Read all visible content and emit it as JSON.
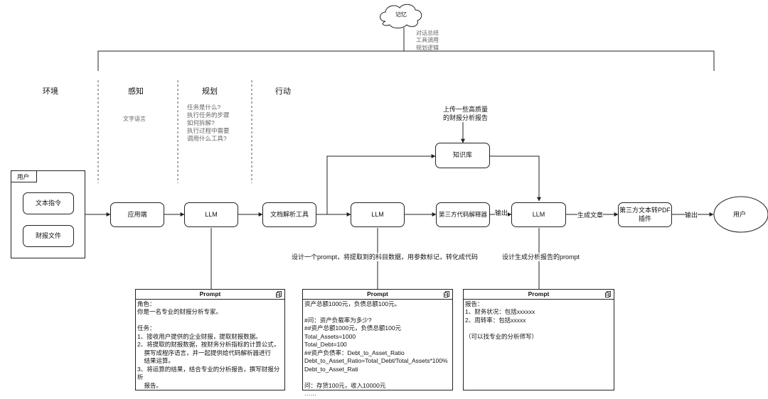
{
  "memory": {
    "label": "记忆",
    "notes": [
      "对话总结",
      "工具调用",
      "规划逻辑"
    ]
  },
  "stages": {
    "env": "环境",
    "perception": "感知",
    "planning": "规划",
    "action": "行动"
  },
  "perception_note": "文字语言",
  "planning_note": [
    "任务是什么?",
    "执行任务的步骤",
    "如何拆解?",
    "执行过程中需要",
    "调用什么工具?"
  ],
  "user_panel": {
    "title": "用户",
    "items": [
      "文本指令",
      "财报文件"
    ]
  },
  "nodes": {
    "app": "应用端",
    "llm1": "LLM",
    "doc_parser": "文档解析工具",
    "llm2": "LLM",
    "code_interp": "第三方代码解释器",
    "llm3": "LLM",
    "knowledge_base": "知识库",
    "pdf_plugin": [
      "第三方文本转PDF",
      "插件"
    ],
    "user_end": "用户"
  },
  "edge_labels": {
    "upload": [
      "上传一些高质量",
      "的财报分析报告"
    ],
    "output1": "输出",
    "generate": "生成文章",
    "output2": "输出",
    "design_prompt1": "设计一个prompt，将提取到的科目数据，用参数标记，转化成代码",
    "design_prompt2": "设计生成分析报告的prompt"
  },
  "prompts": [
    {
      "title": "Prompt",
      "body": "角色：\n你是一名专业的财报分析专家。\n\n任务：\n1、接收用户提供的企业财报，提取财报数据。\n2、将提取的财报数据，按财务分析指标的计算公式，\n    撰写成程序语言，并一起提供给代码解析器进行\n    结果运算。\n3、将运算的结果，结合专业的分析报告，撰写财报分析\n    报告。"
    },
    {
      "title": "Prompt",
      "body": "资产总额1000元，负债总额100元。\n\n#问：资产负载率为多少?\n##资产总额1000元，负债总额100元\nTotal_Assets=1000\nTotal_Debt=100\n##资产负债率：Debt_to_Asset_Ratio\nDebt_to_Asset_Ratio=Total_Debt/Total_Assets*100%\nDebt_to_Asset_Rati\n\n问：存货100元，收入10000元\n……"
    },
    {
      "title": "Prompt",
      "body": "报告：\n1、财务状况：包括xxxxxx\n2、周转率：包括xxxxx\n\n（可以找专业的分析师写）"
    }
  ]
}
